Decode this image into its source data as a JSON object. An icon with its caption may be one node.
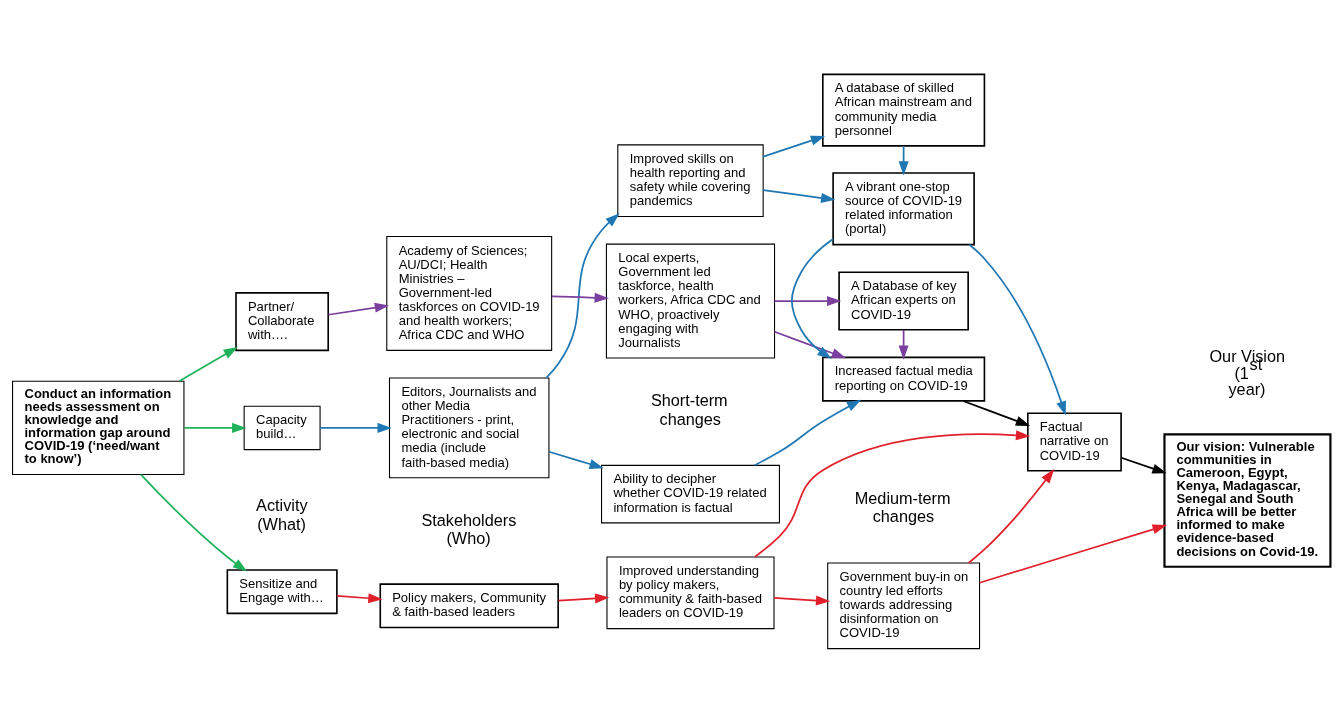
{
  "diagram": {
    "nodes": [
      {
        "text": [
          "Conduct an information needs assessment on knowledge and information gap around COVID-19 (‘need/want to know’)"
        ]
      },
      {
        "text": [
          "Sensitize and Engage with…"
        ]
      },
      {
        "text": [
          "Capacity build…"
        ]
      },
      {
        "text": [
          "Partner/ Collaborate with…."
        ]
      },
      {
        "text": [
          "Policy makers, Community & faith-based leaders"
        ]
      },
      {
        "text": [
          "Editors, Journalists and other Media Practitioners - print, electronic and social media (include faith-based media)"
        ]
      },
      {
        "text": [
          "Academy of Sciences; AU/DCI; Health Ministries – Government-led taskforces on COVID-19 and health workers; Africa CDC and WHO"
        ]
      },
      {
        "text": [
          "Improved understanding by policy makers, community & faith-based leaders on COVID-19"
        ]
      },
      {
        "text": [
          "Improved skills on health reporting and safety while covering pandemics"
        ]
      },
      {
        "text": [
          "Ability to decipher whether COVID-19 related information is factual"
        ]
      },
      {
        "text": [
          "Local experts, Government led taskforce, health workers, Africa CDC and WHO, proactively engaging with Journalists"
        ]
      },
      {
        "text": [
          "Government buy-in on country led efforts towards addressing disinformation on COVID-19"
        ]
      },
      {
        "text": [
          "A database of skilled African mainstream and community media personnel"
        ]
      },
      {
        "text": [
          "A vibrant one-stop source of COVID-19 related information (portal)"
        ]
      },
      {
        "text": [
          "Increased factual media reporting on COVID-19"
        ]
      },
      {
        "text": [
          "A Database of key African experts on COVID-19"
        ]
      },
      {
        "text": [
          "Factual narrative on COVID-19"
        ]
      },
      {
        "text": [
          "Our vision: Vulnerable communities in Cameroon, Egypt, Kenya, Madagascar, Senegal and South Africa will be better informed to make evidence-based decisions on Covid-19."
        ]
      }
    ],
    "edges": [
      {
        "from": 0,
        "to": 1,
        "arrow": "to",
        "color": "#1fb25a"
      },
      {
        "from": 0,
        "to": 2,
        "arrow": "to",
        "color": "#1fb25a"
      },
      {
        "from": 0,
        "to": 3,
        "arrow": "to",
        "color": "#1fb25a"
      },
      {
        "from": 1,
        "to": 4,
        "arrow": "to",
        "color": "#e0202a"
      },
      {
        "from": 2,
        "to": 5,
        "arrow": "to"
      },
      {
        "from": 3,
        "to": 6,
        "arrow": "to",
        "color": "#7b3f9e"
      },
      {
        "from": 4,
        "to": 7,
        "arrow": "to",
        "color": "#e0202a"
      },
      {
        "from": 7,
        "to": 11,
        "arrow": "to",
        "color": "#e0202a"
      },
      {
        "from": 7,
        "to": 16,
        "arrow": "to",
        "color": "#e0202a"
      },
      {
        "from": 11,
        "to": 17,
        "arrow": "to",
        "color": "#e0202a"
      },
      {
        "from": 11,
        "to": 16,
        "arrow": "to",
        "color": "#e0202a"
      },
      {
        "from": 5,
        "to": 8,
        "arrow": "to"
      },
      {
        "from": 5,
        "to": 9,
        "arrow": "to"
      },
      {
        "from": 8,
        "to": 12,
        "arrow": "to"
      },
      {
        "from": 8,
        "to": 13,
        "arrow": "to"
      },
      {
        "from": 12,
        "to": 13,
        "arrow": "to"
      },
      {
        "from": 13,
        "to": 16,
        "arrow": "to"
      },
      {
        "from": 13,
        "to": 14,
        "arrow": "to"
      },
      {
        "from": 9,
        "to": 14,
        "arrow": "to"
      },
      {
        "from": 6,
        "to": 10,
        "arrow": "to",
        "color": "#7b3f9e"
      },
      {
        "from": 10,
        "to": 14,
        "arrow": "to",
        "color": "#7b3f9e"
      },
      {
        "from": 10,
        "to": 15,
        "arrow": "to",
        "color": "#7b3f9e"
      },
      {
        "from": 15,
        "to": 14,
        "arrow": "to",
        "color": "#7b3f9e"
      },
      {
        "from": 14,
        "to": 16,
        "arrow": "to",
        "color": "#000000"
      },
      {
        "from": 16,
        "to": 17,
        "arrow": "to",
        "color": "#000000"
      }
    ],
    "labels": [
      "Activity (What)",
      "Stakeholders (Who)",
      "Short-term changes",
      "Medium-term changes",
      "Our Vision (1$^{st}$ year)"
    ]
  }
}
